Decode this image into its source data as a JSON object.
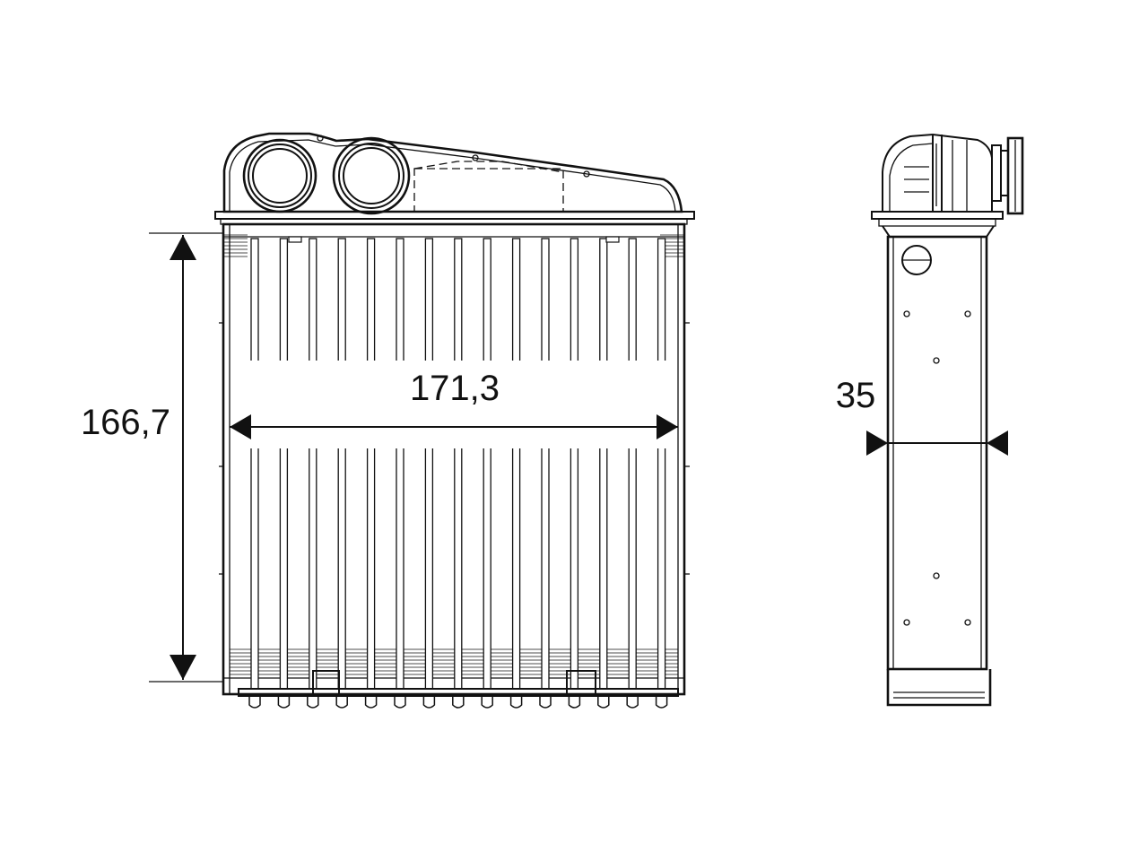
{
  "dimensions": {
    "height": "166,7",
    "width": "171,3",
    "depth": "35"
  },
  "colors": {
    "line": "#111111",
    "background": "#ffffff",
    "shade": "#9a9a9a"
  }
}
